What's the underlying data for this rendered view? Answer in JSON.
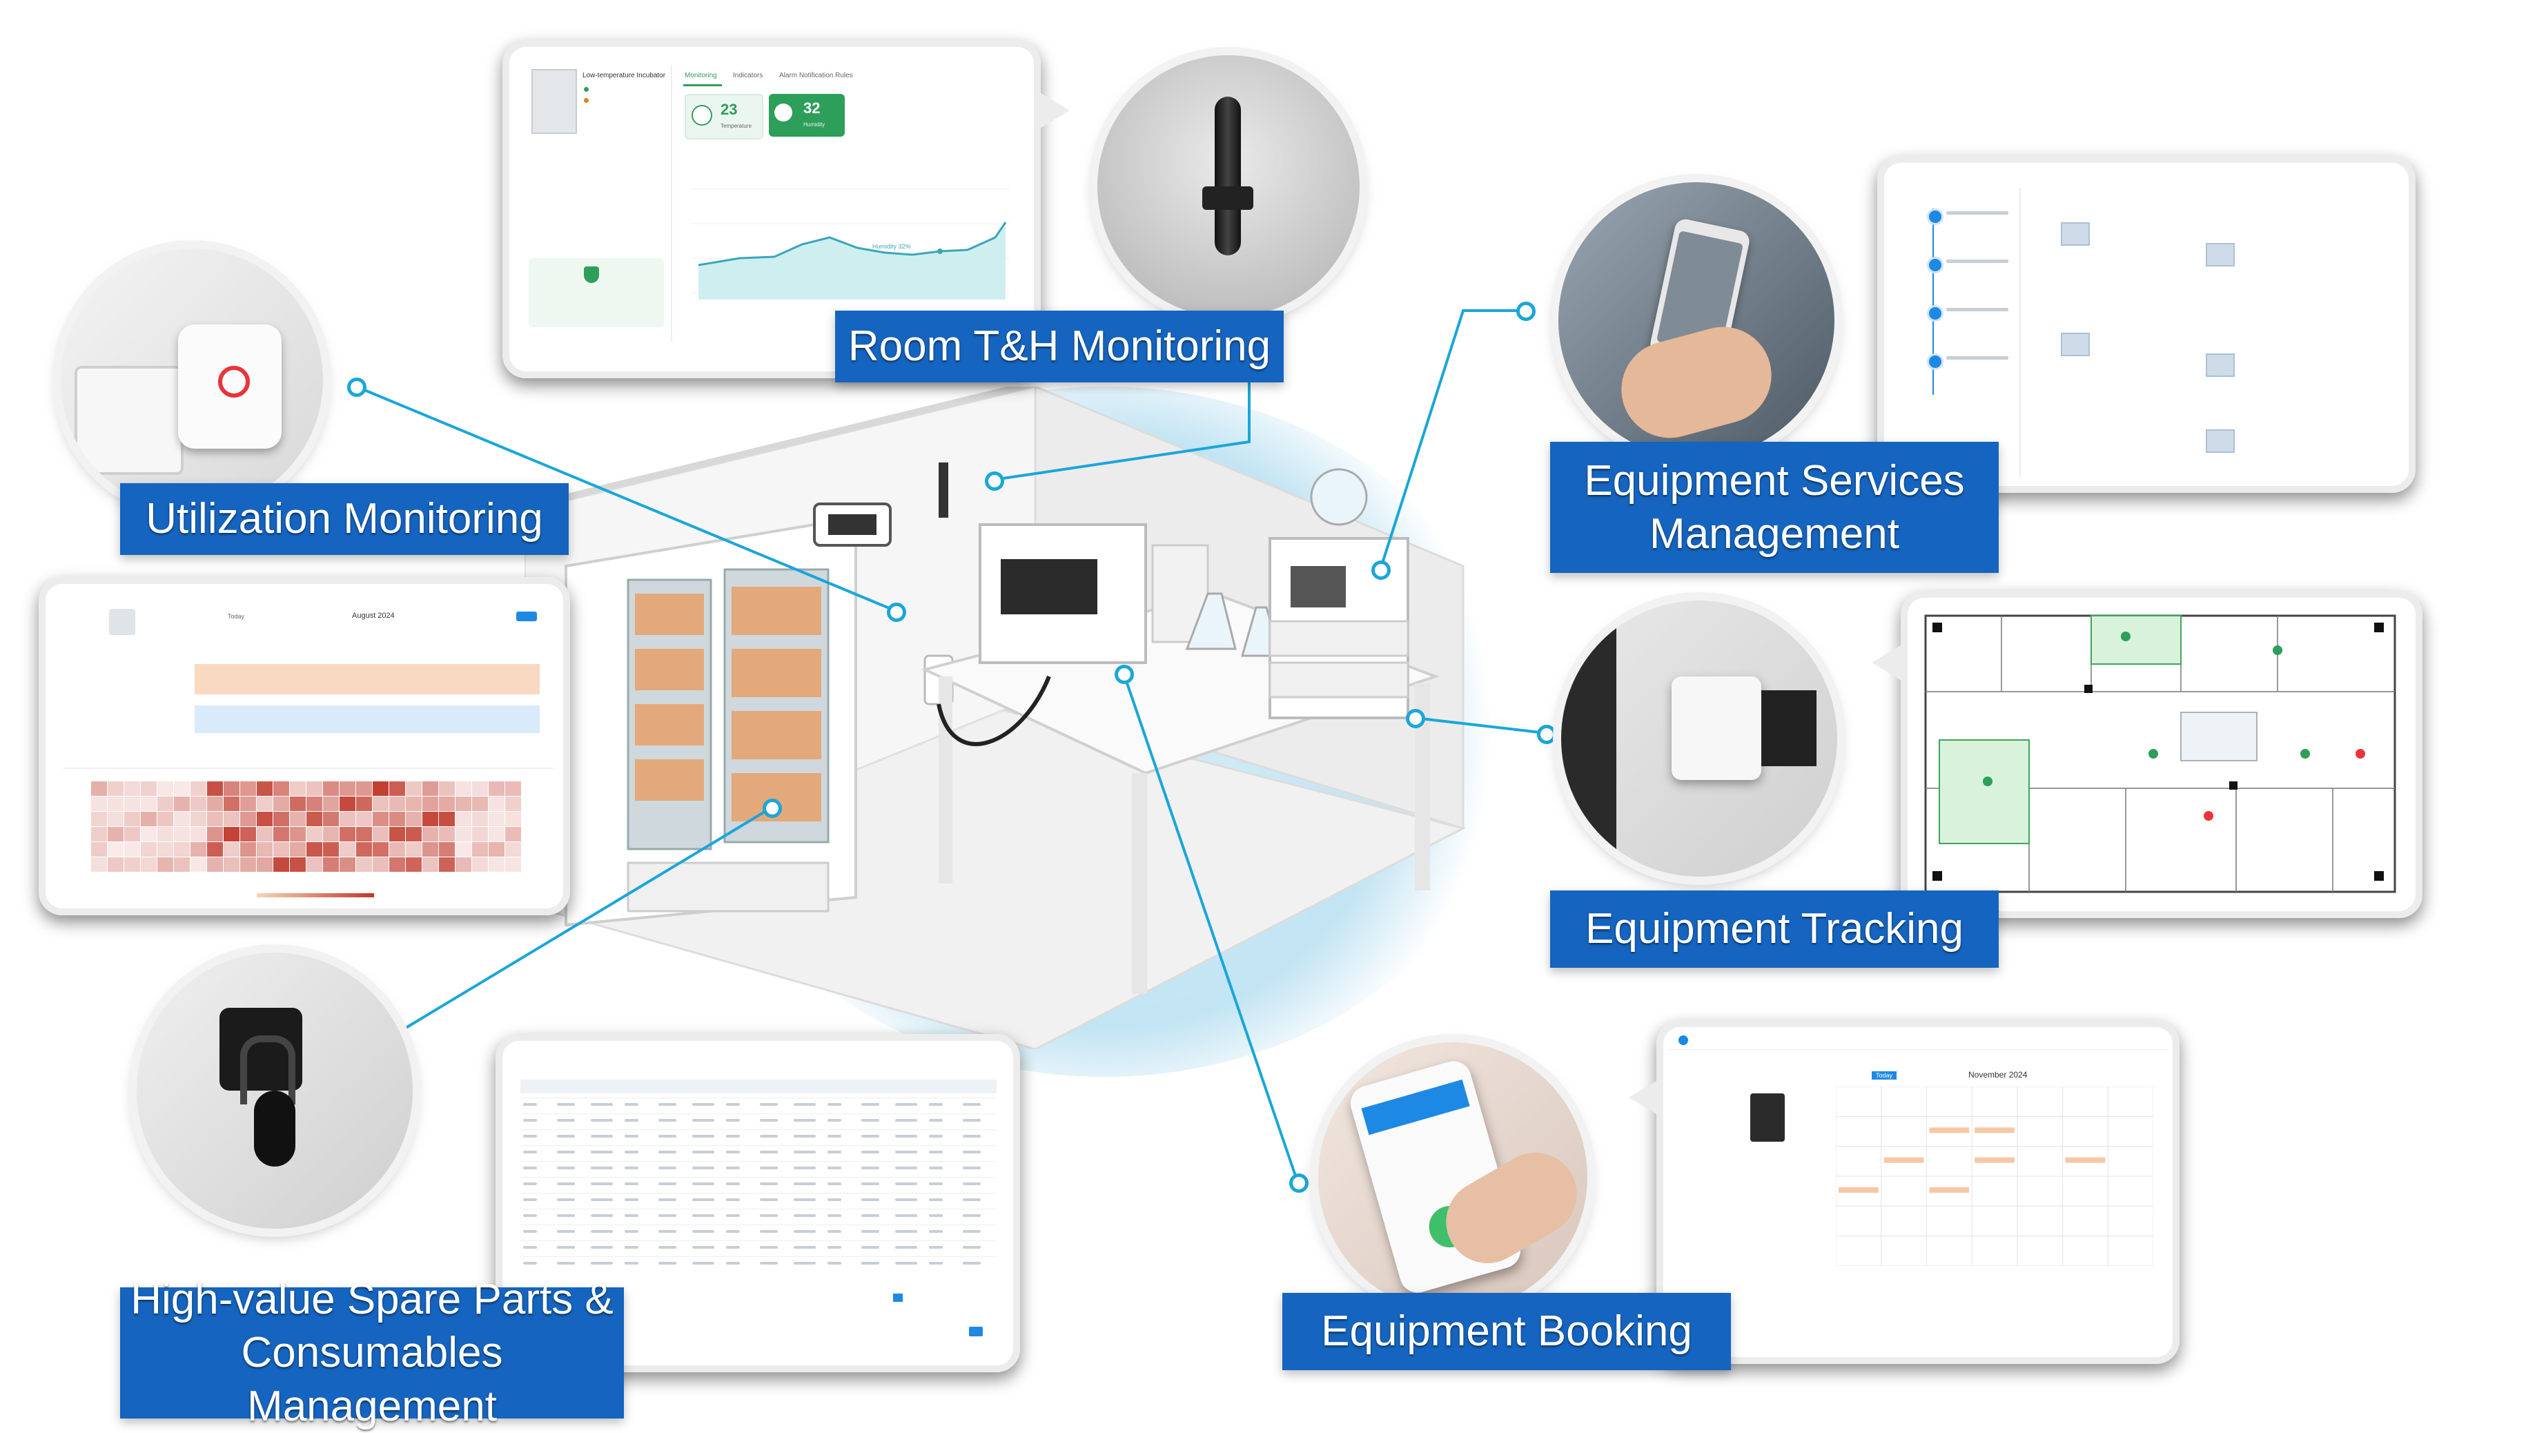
{
  "labels": {
    "room_th": "Room T&H Monitoring",
    "utilization": "Utilization Monitoring",
    "services_line1": "Equipment Services",
    "services_line2": "Management",
    "tracking": "Equipment Tracking",
    "spare_line1": "High-value Spare Parts &",
    "spare_line2": "Consumables Management",
    "booking": "Equipment Booking"
  },
  "th_panel": {
    "device_name": "Low-temperature Incubator",
    "tab_monitoring": "Monitoring",
    "tab_indicators": "Indicators",
    "tab_alarm": "Alarm Notification Rules",
    "temp_value": "23",
    "humidity_value": "32",
    "temp_label": "Temperature",
    "humidity_label": "Humidity",
    "chart_marker": "Humidity 32%"
  },
  "util_panel": {
    "month": "August 2024",
    "today": "Today"
  },
  "booking_panel": {
    "month": "November 2024",
    "today": "Today"
  },
  "colors": {
    "label_blue": "#1565c0",
    "connector": "#1aa6d9",
    "temp_green": "#2e9e5b",
    "heat_high": "#c0392b",
    "heat_low": "#f6d5b8",
    "floor_glow": "#bfe3f2"
  }
}
